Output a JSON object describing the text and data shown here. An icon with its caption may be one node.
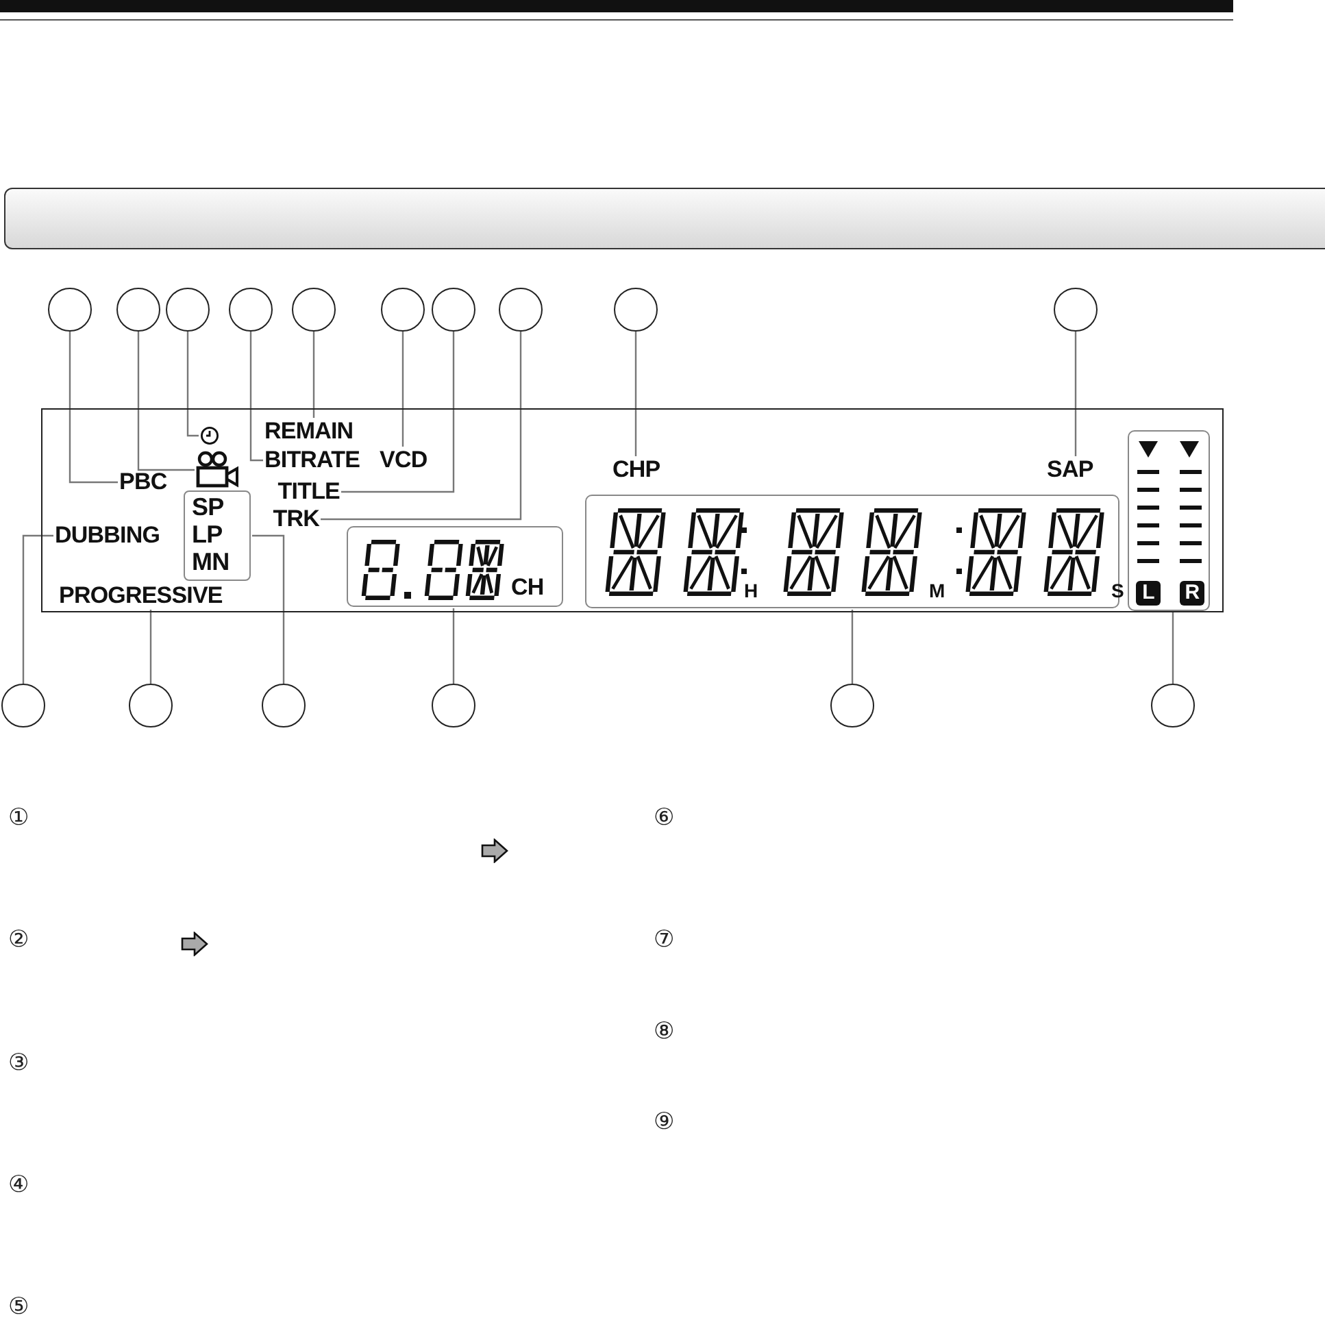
{
  "diagram": {
    "nodes": [
      {
        "text": [],
        "shape": "box"
      },
      {
        "text": [],
        "shape": "circle"
      },
      {
        "text": [],
        "shape": "circle"
      },
      {
        "text": [],
        "shape": "circle"
      },
      {
        "text": [],
        "shape": "circle"
      },
      {
        "text": [],
        "shape": "circle"
      },
      {
        "text": [],
        "shape": "circle"
      },
      {
        "text": [],
        "shape": "circle"
      },
      {
        "text": [],
        "shape": "circle"
      },
      {
        "text": [],
        "shape": "circle"
      },
      {
        "text": [],
        "shape": "circle"
      },
      {
        "text": [],
        "shape": "circle"
      },
      {
        "text": [],
        "shape": "circle"
      },
      {
        "text": [],
        "shape": "circle"
      },
      {
        "text": [],
        "shape": "circle"
      },
      {
        "text": [],
        "shape": "circle"
      },
      {
        "text": [],
        "shape": "circle"
      },
      {
        "text": [],
        "shape": "picture",
        "in": 0
      },
      {
        "text": [
          "REMAIN"
        ],
        "in": 0
      },
      {
        "text": [
          "PBC"
        ],
        "in": 0
      },
      {
        "text": [],
        "shape": "picture",
        "in": 0
      },
      {
        "text": [
          "BITRATE"
        ],
        "in": 0
      },
      {
        "text": [
          "VCD"
        ],
        "in": 0
      },
      {
        "text": [
          "TITLE"
        ],
        "in": 0
      },
      {
        "text": [
          "TRK"
        ],
        "in": 0
      },
      {
        "text": [
          "CHP"
        ],
        "in": 0
      },
      {
        "text": [
          "SAP"
        ],
        "in": 0
      },
      {
        "text": [
          "DUBBING"
        ],
        "in": 0
      },
      {
        "text": [
          "SP",
          "LP",
          "MN"
        ],
        "in": 0
      },
      {
        "text": [
          "CH"
        ],
        "in": 0
      },
      {
        "text": [
          "H",
          "M",
          "S"
        ],
        "in": 0
      },
      {
        "text": [
          "L",
          "R"
        ],
        "in": 0
      },
      {
        "text": [
          "PROGRESSIVE"
        ],
        "in": 0
      }
    ],
    "edges": [
      {
        "from": 1,
        "to": 19,
        "arrow": "none"
      },
      {
        "from": 2,
        "to": 20,
        "arrow": "none"
      },
      {
        "from": 3,
        "to": 17,
        "arrow": "none"
      },
      {
        "from": 4,
        "to": 21,
        "arrow": "none"
      },
      {
        "from": 5,
        "to": 18,
        "arrow": "none"
      },
      {
        "from": 6,
        "to": 22,
        "arrow": "none"
      },
      {
        "from": 7,
        "to": 23,
        "arrow": "none"
      },
      {
        "from": 8,
        "to": 24,
        "arrow": "none"
      },
      {
        "from": 9,
        "to": 25,
        "arrow": "none"
      },
      {
        "from": 10,
        "to": 26,
        "arrow": "none"
      },
      {
        "from": 11,
        "to": 27,
        "arrow": "none"
      },
      {
        "from": 12,
        "to": 32,
        "arrow": "none"
      },
      {
        "from": 13,
        "to": 28,
        "arrow": "none"
      },
      {
        "from": 14,
        "to": 29,
        "arrow": "none"
      },
      {
        "from": 15,
        "to": 30,
        "arrow": "none"
      },
      {
        "from": 16,
        "to": 31,
        "arrow": "none"
      }
    ],
    "labels": [
      "①",
      "②",
      "③",
      "④",
      "⑤",
      "⑥",
      "⑦",
      "⑧",
      "⑨"
    ]
  }
}
